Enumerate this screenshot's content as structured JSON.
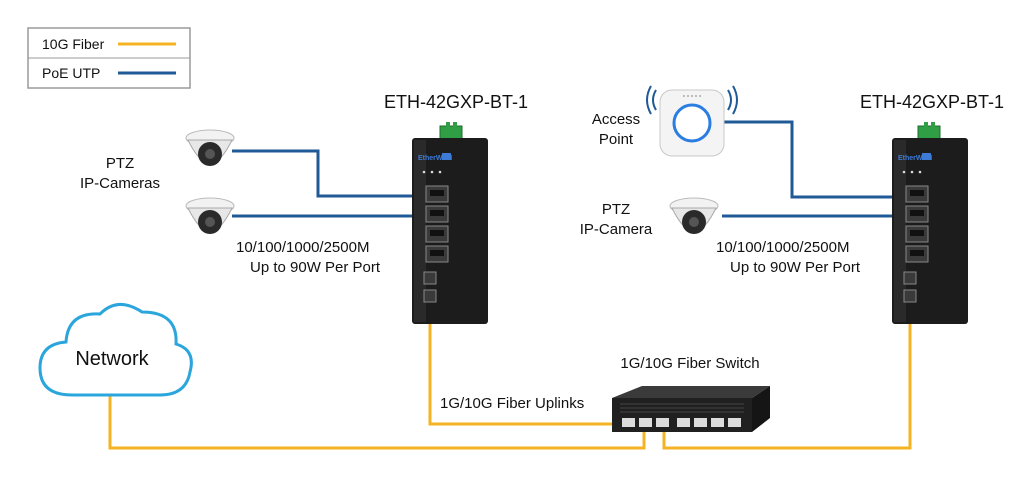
{
  "legend": {
    "items": [
      {
        "label": "10G Fiber",
        "color": "#f5b324"
      },
      {
        "label": "PoE UTP",
        "color": "#1f5a96"
      }
    ]
  },
  "left_switch": {
    "model": "ETH-42GXP-BT-1",
    "speed": "10/100/1000/2500M",
    "power": "Up to 90W Per Port"
  },
  "right_switch": {
    "model": "ETH-42GXP-BT-1",
    "speed": "10/100/1000/2500M",
    "power": "Up to 90W Per Port"
  },
  "left_cameras": {
    "line1": "PTZ",
    "line2": "IP-Cameras"
  },
  "right_camera": {
    "line1": "PTZ",
    "line2": "IP-Camera"
  },
  "access_point": {
    "line1": "Access",
    "line2": "Point"
  },
  "cloud": {
    "label": "Network"
  },
  "fiber_switch": {
    "label": "1G/10G Fiber Switch"
  },
  "uplinks": {
    "label": "1G/10G Fiber Uplinks"
  },
  "colors": {
    "fiber": "#f5b324",
    "utp": "#1f5a96",
    "device": "#1c1c1c",
    "cloud_stroke": "#2aa6dc"
  }
}
